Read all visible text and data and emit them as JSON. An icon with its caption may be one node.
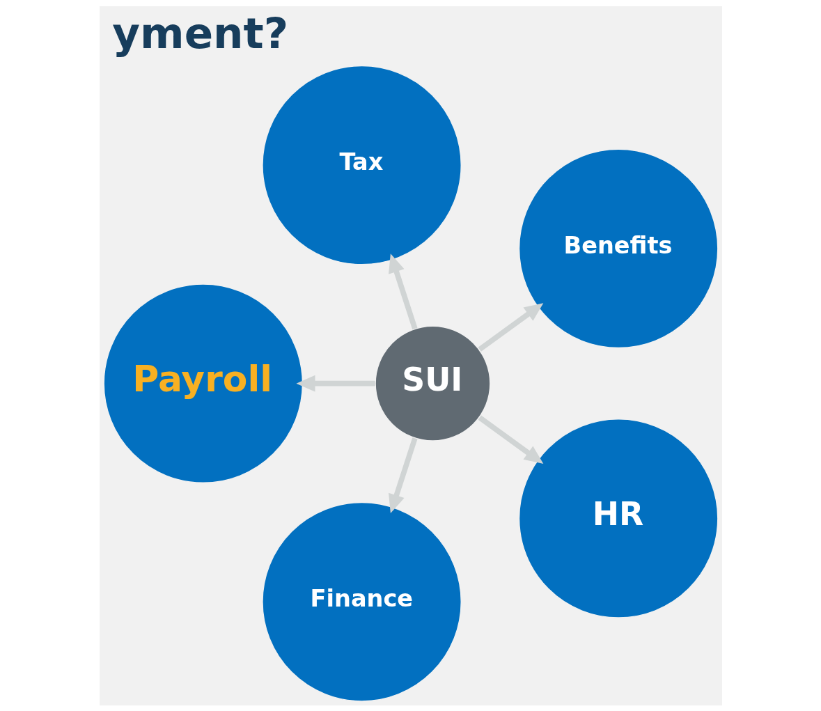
{
  "diagram": {
    "title": "yment?",
    "nodes": [
      {
        "text": [
          "Benefits"
        ]
      },
      {
        "text": [
          "Tax"
        ]
      },
      {
        "text": [
          "Payroll"
        ]
      },
      {
        "text": [
          "SUI"
        ]
      },
      {
        "text": [
          "Finance"
        ]
      },
      {
        "text": [
          "HR"
        ]
      }
    ],
    "edges": [
      {
        "from": 3,
        "to": 0,
        "arrow": "to"
      },
      {
        "from": 3,
        "to": 1,
        "arrow": "to"
      },
      {
        "from": 3,
        "to": 2,
        "arrow": "to"
      },
      {
        "from": 3,
        "to": 4,
        "arrow": "to"
      },
      {
        "from": 3,
        "to": 5,
        "arrow": "to"
      }
    ]
  }
}
